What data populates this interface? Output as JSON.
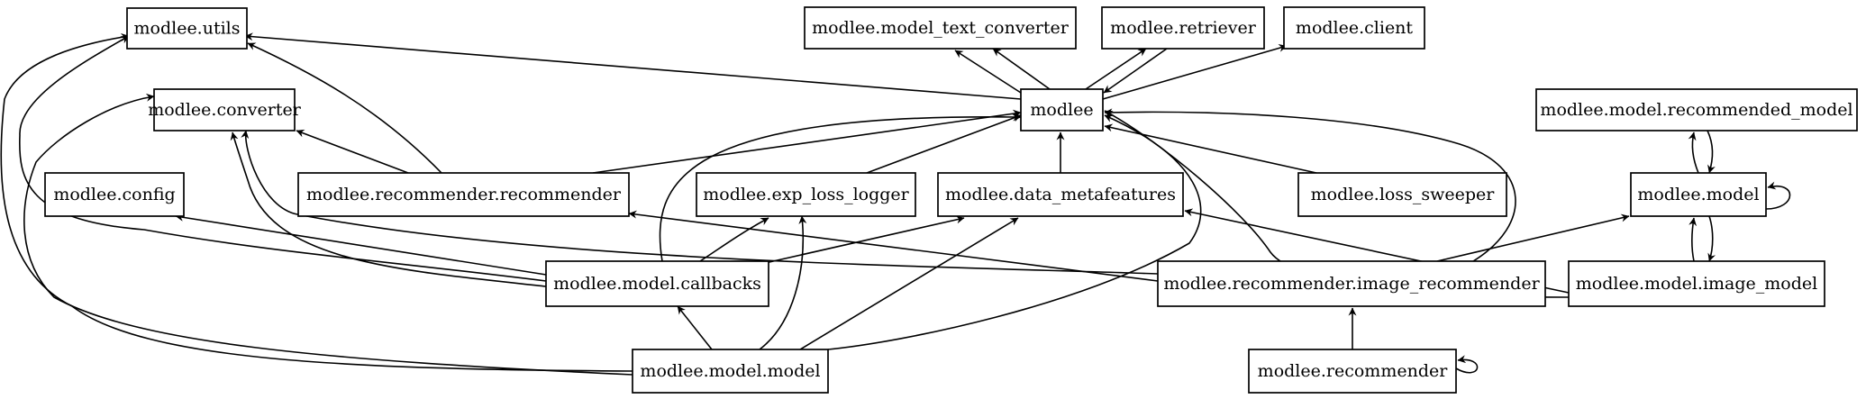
{
  "colors": {
    "stroke": "#000000",
    "fill": "#ffffff"
  },
  "nodes": [
    {
      "id": "utils",
      "label": "modlee.utils"
    },
    {
      "id": "converter",
      "label": "modlee.converter"
    },
    {
      "id": "config",
      "label": "modlee.config"
    },
    {
      "id": "rec_rec",
      "label": "modlee.recommender.recommender"
    },
    {
      "id": "exp_loss",
      "label": "modlee.exp_loss_logger"
    },
    {
      "id": "data_meta",
      "label": "modlee.data_metafeatures"
    },
    {
      "id": "loss_sweeper",
      "label": "modlee.loss_sweeper"
    },
    {
      "id": "mtc",
      "label": "modlee.model_text_converter"
    },
    {
      "id": "retriever",
      "label": "modlee.retriever"
    },
    {
      "id": "client",
      "label": "modlee.client"
    },
    {
      "id": "modlee",
      "label": "modlee"
    },
    {
      "id": "rec_model",
      "label": "modlee.model.recommended_model"
    },
    {
      "id": "model",
      "label": "modlee.model"
    },
    {
      "id": "callbacks",
      "label": "modlee.model.callbacks"
    },
    {
      "id": "img_rec",
      "label": "modlee.recommender.image_recommender"
    },
    {
      "id": "img_model",
      "label": "modlee.model.image_model"
    },
    {
      "id": "recommender",
      "label": "modlee.recommender"
    },
    {
      "id": "model_model",
      "label": "modlee.model.model"
    }
  ],
  "edges": [
    {
      "from": "modlee",
      "to": "utils"
    },
    {
      "from": "modlee",
      "to": "mtc"
    },
    {
      "from": "mtc",
      "to": "modlee"
    },
    {
      "from": "modlee",
      "to": "retriever"
    },
    {
      "from": "retriever",
      "to": "modlee"
    },
    {
      "from": "modlee",
      "to": "client"
    },
    {
      "from": "rec_rec",
      "to": "utils"
    },
    {
      "from": "rec_rec",
      "to": "converter"
    },
    {
      "from": "rec_rec",
      "to": "modlee"
    },
    {
      "from": "exp_loss",
      "to": "modlee"
    },
    {
      "from": "data_meta",
      "to": "modlee"
    },
    {
      "from": "loss_sweeper",
      "to": "modlee"
    },
    {
      "from": "callbacks",
      "to": "utils"
    },
    {
      "from": "callbacks",
      "to": "converter"
    },
    {
      "from": "callbacks",
      "to": "config"
    },
    {
      "from": "callbacks",
      "to": "exp_loss"
    },
    {
      "from": "callbacks",
      "to": "data_meta"
    },
    {
      "from": "callbacks",
      "to": "modlee"
    },
    {
      "from": "model_model",
      "to": "utils"
    },
    {
      "from": "model_model",
      "to": "converter"
    },
    {
      "from": "model_model",
      "to": "callbacks"
    },
    {
      "from": "model_model",
      "to": "exp_loss"
    },
    {
      "from": "model_model",
      "to": "data_meta"
    },
    {
      "from": "model_model",
      "to": "modlee"
    },
    {
      "from": "img_rec",
      "to": "converter"
    },
    {
      "from": "img_rec",
      "to": "rec_rec"
    },
    {
      "from": "img_rec",
      "to": "modlee"
    },
    {
      "from": "img_rec",
      "to": "model"
    },
    {
      "from": "recommender",
      "to": "img_rec"
    },
    {
      "from": "recommender",
      "to": "recommender"
    },
    {
      "from": "model",
      "to": "rec_model"
    },
    {
      "from": "rec_model",
      "to": "model"
    },
    {
      "from": "model",
      "to": "model"
    },
    {
      "from": "model",
      "to": "img_model"
    },
    {
      "from": "img_model",
      "to": "model"
    },
    {
      "from": "img_model",
      "to": "data_meta"
    },
    {
      "from": "img_model",
      "to": "modlee"
    }
  ]
}
